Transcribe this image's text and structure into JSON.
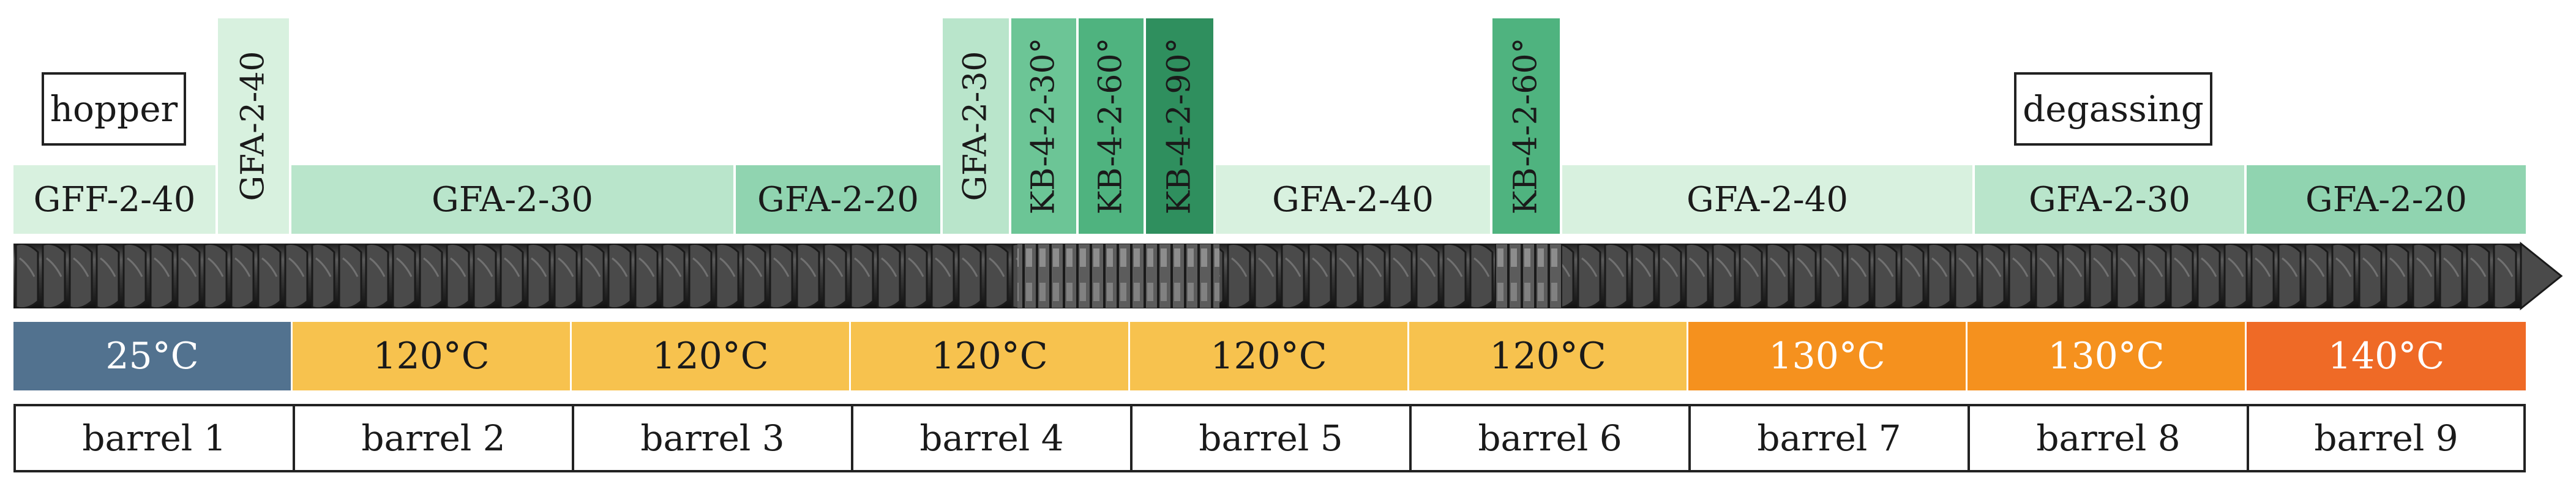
{
  "labels": {
    "hopper": "hopper",
    "degassing": "degassing"
  },
  "screw_elements": [
    {
      "id": "e1",
      "text": "GFF-2-40",
      "color": "#d8f1df"
    },
    {
      "id": "e2",
      "text": "GFA-2-40",
      "color": "#d8f1df"
    },
    {
      "id": "e3",
      "text": "GFA-2-30",
      "color": "#b9e5cb"
    },
    {
      "id": "e4",
      "text": "GFA-2-20",
      "color": "#90d4b0"
    },
    {
      "id": "e5",
      "text": "GFA-2-30",
      "color": "#b9e5cb"
    },
    {
      "id": "e6",
      "text": "KB-4-2-30°",
      "color": "#6cc596"
    },
    {
      "id": "e7",
      "text": "KB-4-2-60°",
      "color": "#4fb37f"
    },
    {
      "id": "e8",
      "text": "KB-4-2-90°",
      "color": "#2f8f5e"
    },
    {
      "id": "e9",
      "text": "GFA-2-40",
      "color": "#d8f1df"
    },
    {
      "id": "e10",
      "text": "KB-4-2-60°",
      "color": "#4fb37f"
    },
    {
      "id": "e11",
      "text": "GFA-2-40",
      "color": "#d8f1df"
    },
    {
      "id": "e12",
      "text": "GFA-2-30",
      "color": "#b9e5cb"
    },
    {
      "id": "e13",
      "text": "GFA-2-20",
      "color": "#90d4b0"
    }
  ],
  "temperatures": [
    {
      "text": "25°C",
      "color": "#52728f",
      "text_color": "#ffffff"
    },
    {
      "text": "120°C",
      "color": "#f7c24e",
      "text_color": "#1a1a1a"
    },
    {
      "text": "120°C",
      "color": "#f7c24e",
      "text_color": "#1a1a1a"
    },
    {
      "text": "120°C",
      "color": "#f7c24e",
      "text_color": "#1a1a1a"
    },
    {
      "text": "120°C",
      "color": "#f7c24e",
      "text_color": "#1a1a1a"
    },
    {
      "text": "120°C",
      "color": "#f7c24e",
      "text_color": "#1a1a1a"
    },
    {
      "text": "130°C",
      "color": "#f5911e",
      "text_color": "#ffffff"
    },
    {
      "text": "130°C",
      "color": "#f5911e",
      "text_color": "#ffffff"
    },
    {
      "text": "140°C",
      "color": "#ef6a26",
      "text_color": "#ffffff"
    }
  ],
  "barrels": [
    "barrel 1",
    "barrel 2",
    "barrel 3",
    "barrel 4",
    "barrel 5",
    "barrel 6",
    "barrel 7",
    "barrel 8",
    "barrel 9"
  ],
  "colors": {
    "screw_dark": "#3a3a3a",
    "screw_light": "#8a8a8a"
  }
}
